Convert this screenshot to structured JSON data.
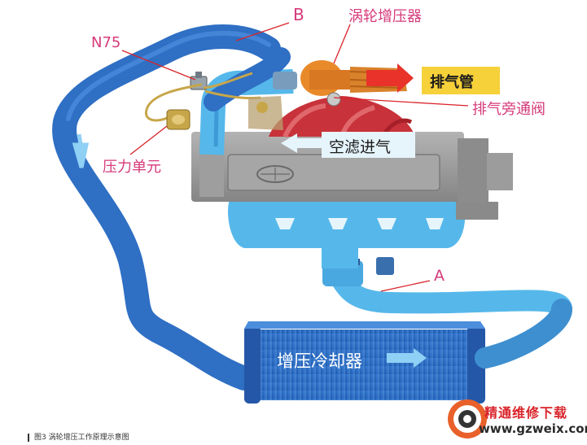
{
  "labels": {
    "b": "B",
    "a": "A",
    "turbo": "涡轮增压器",
    "n75": "N75",
    "exhaust_pipe": "排气管",
    "bypass_valve": "排气旁通阀",
    "air_filter_intake": "空滤进气",
    "pressure_unit": "压力单元",
    "intercooler": "增压冷却器"
  },
  "caption": "图3  涡轮增压工作原理示意图",
  "watermark": {
    "site_name": "精通维修下载",
    "url": "www.gzweix.com"
  },
  "colors": {
    "pipe_light_blue": "#56b8ea",
    "pipe_dark_blue": "#2f6fc4",
    "engine_gray": "#9a9a9a",
    "label_pink": "#d63a7a",
    "label_red": "#d9242a",
    "exhaust_box": "#f6d13a",
    "manifold_red": "#c8323a",
    "turbo_orange": "#e88a2a"
  }
}
